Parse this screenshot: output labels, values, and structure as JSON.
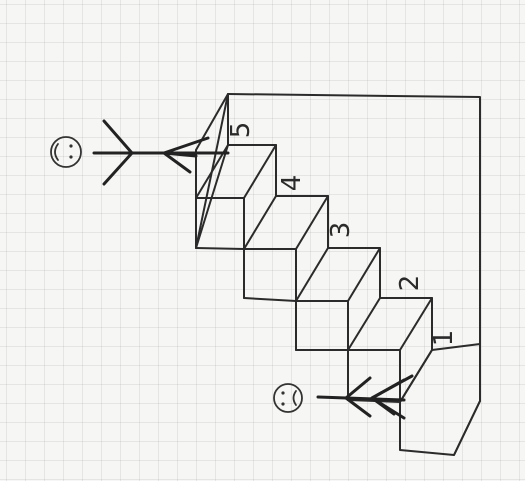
{
  "diagram": {
    "step_labels": [
      "1",
      "2",
      "3",
      "4",
      "5"
    ],
    "top_figure": {
      "mood": "happy",
      "icon": "smiley-face-icon"
    },
    "bottom_figure": {
      "mood": "sad",
      "icon": "sad-face-icon"
    },
    "colors": {
      "ink": "#2b2b2b",
      "paper": "#f6f6f4",
      "grid": "#c8c8c8"
    }
  }
}
